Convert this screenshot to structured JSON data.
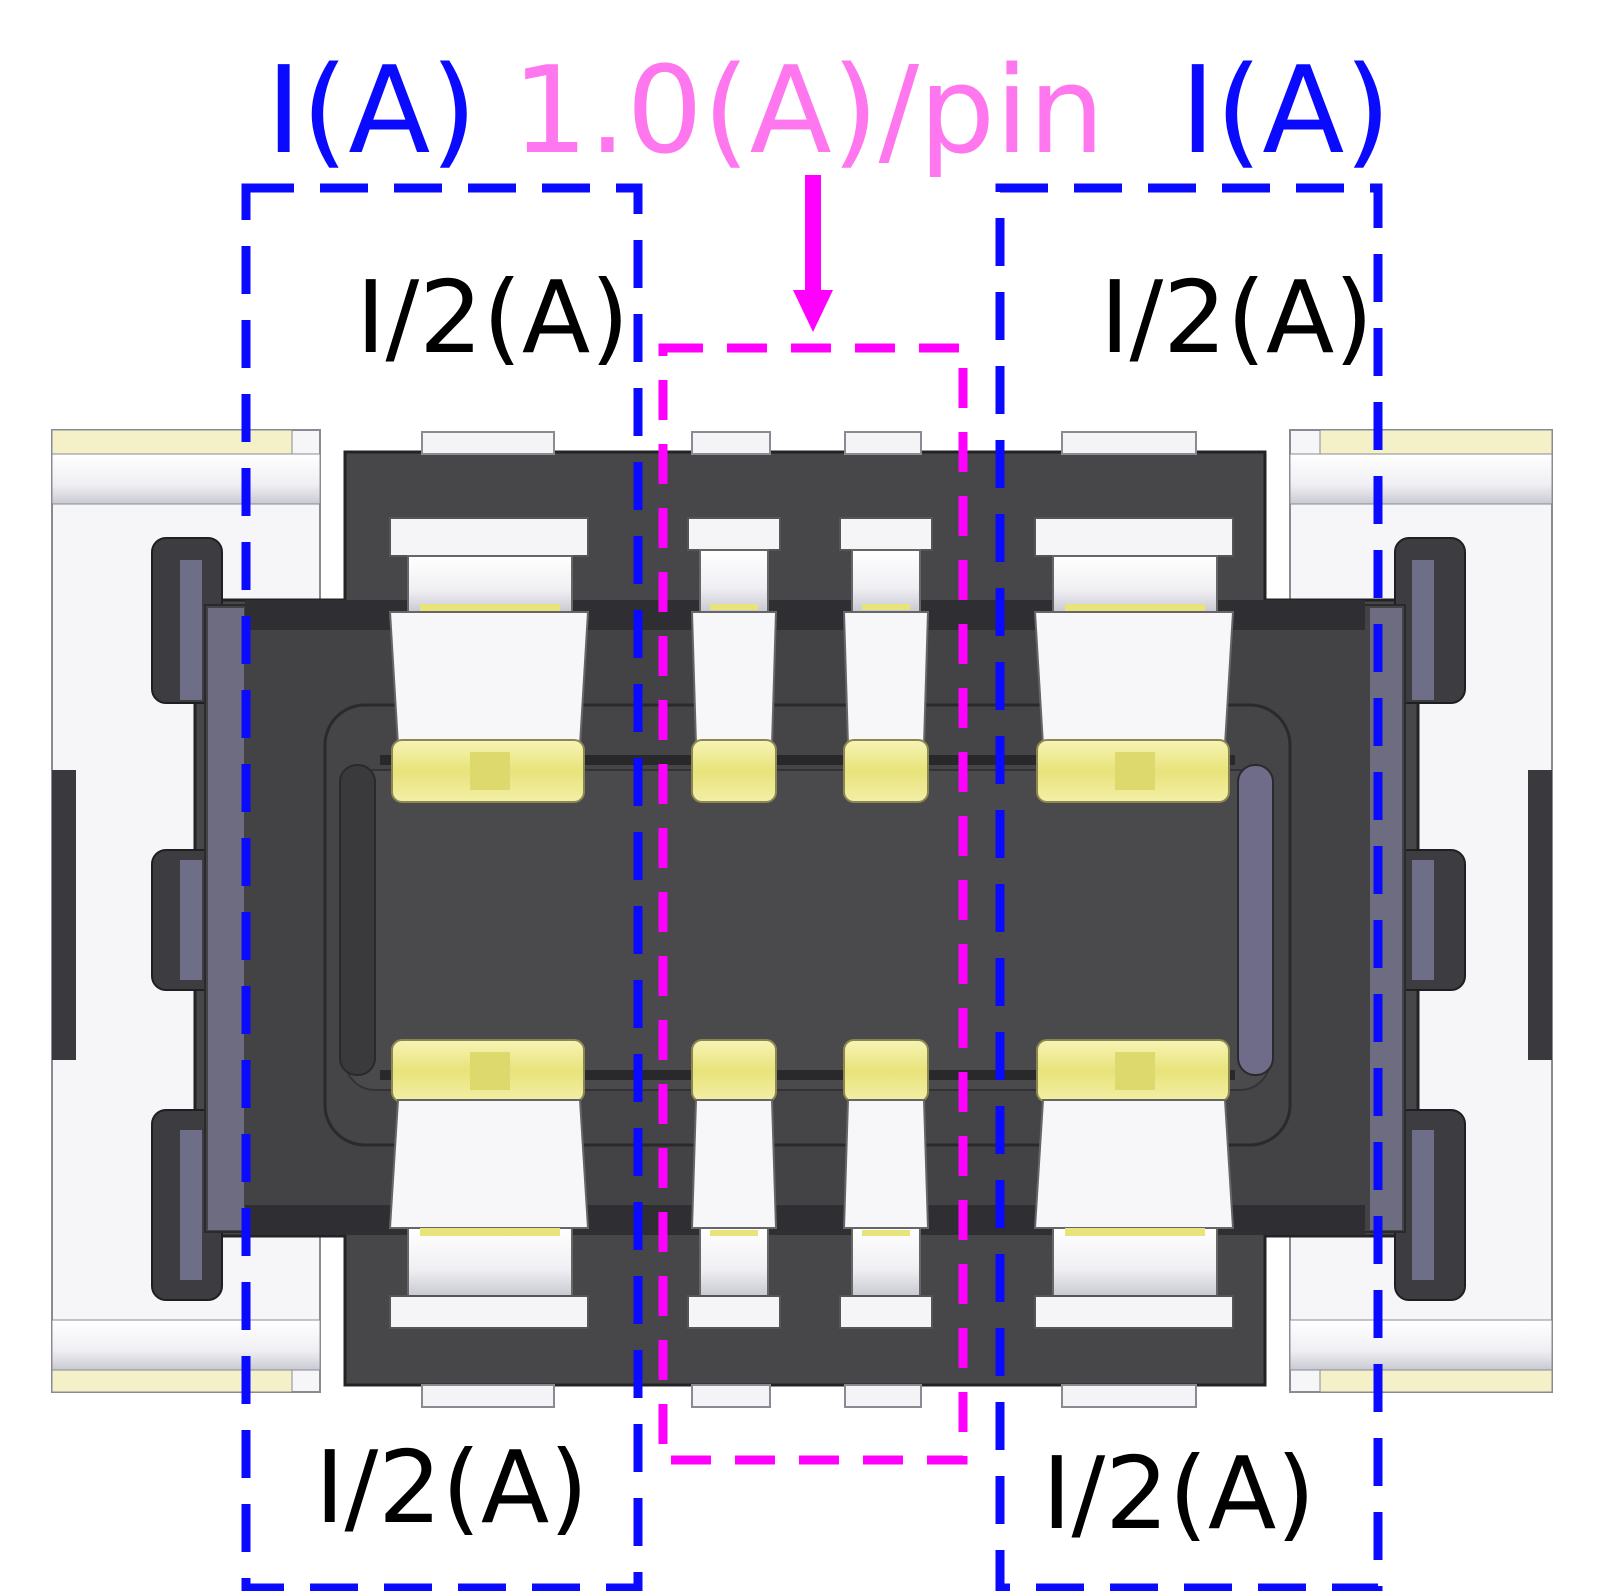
{
  "labels": {
    "left_current": "I(A)",
    "right_current": "I(A)",
    "pin_rating": "1.0(A)/pin",
    "top_left_half": "I/2(A)",
    "top_right_half": "I/2(A)",
    "bottom_left_half": "I/2(A)",
    "bottom_right_half": "I/2(A)"
  },
  "colors": {
    "current_blue": "#0a0aff",
    "pin_magenta": "#ff00ff",
    "pin_label_pink": "#ff77ee",
    "housing_dark": "#474649",
    "housing_darker": "#2e2d30",
    "contact_gold": "#ede98c",
    "metal_white": "#f2f2f5",
    "edge_lavender": "#7a7890"
  },
  "icons": {
    "arrow": "down-arrow-icon"
  }
}
